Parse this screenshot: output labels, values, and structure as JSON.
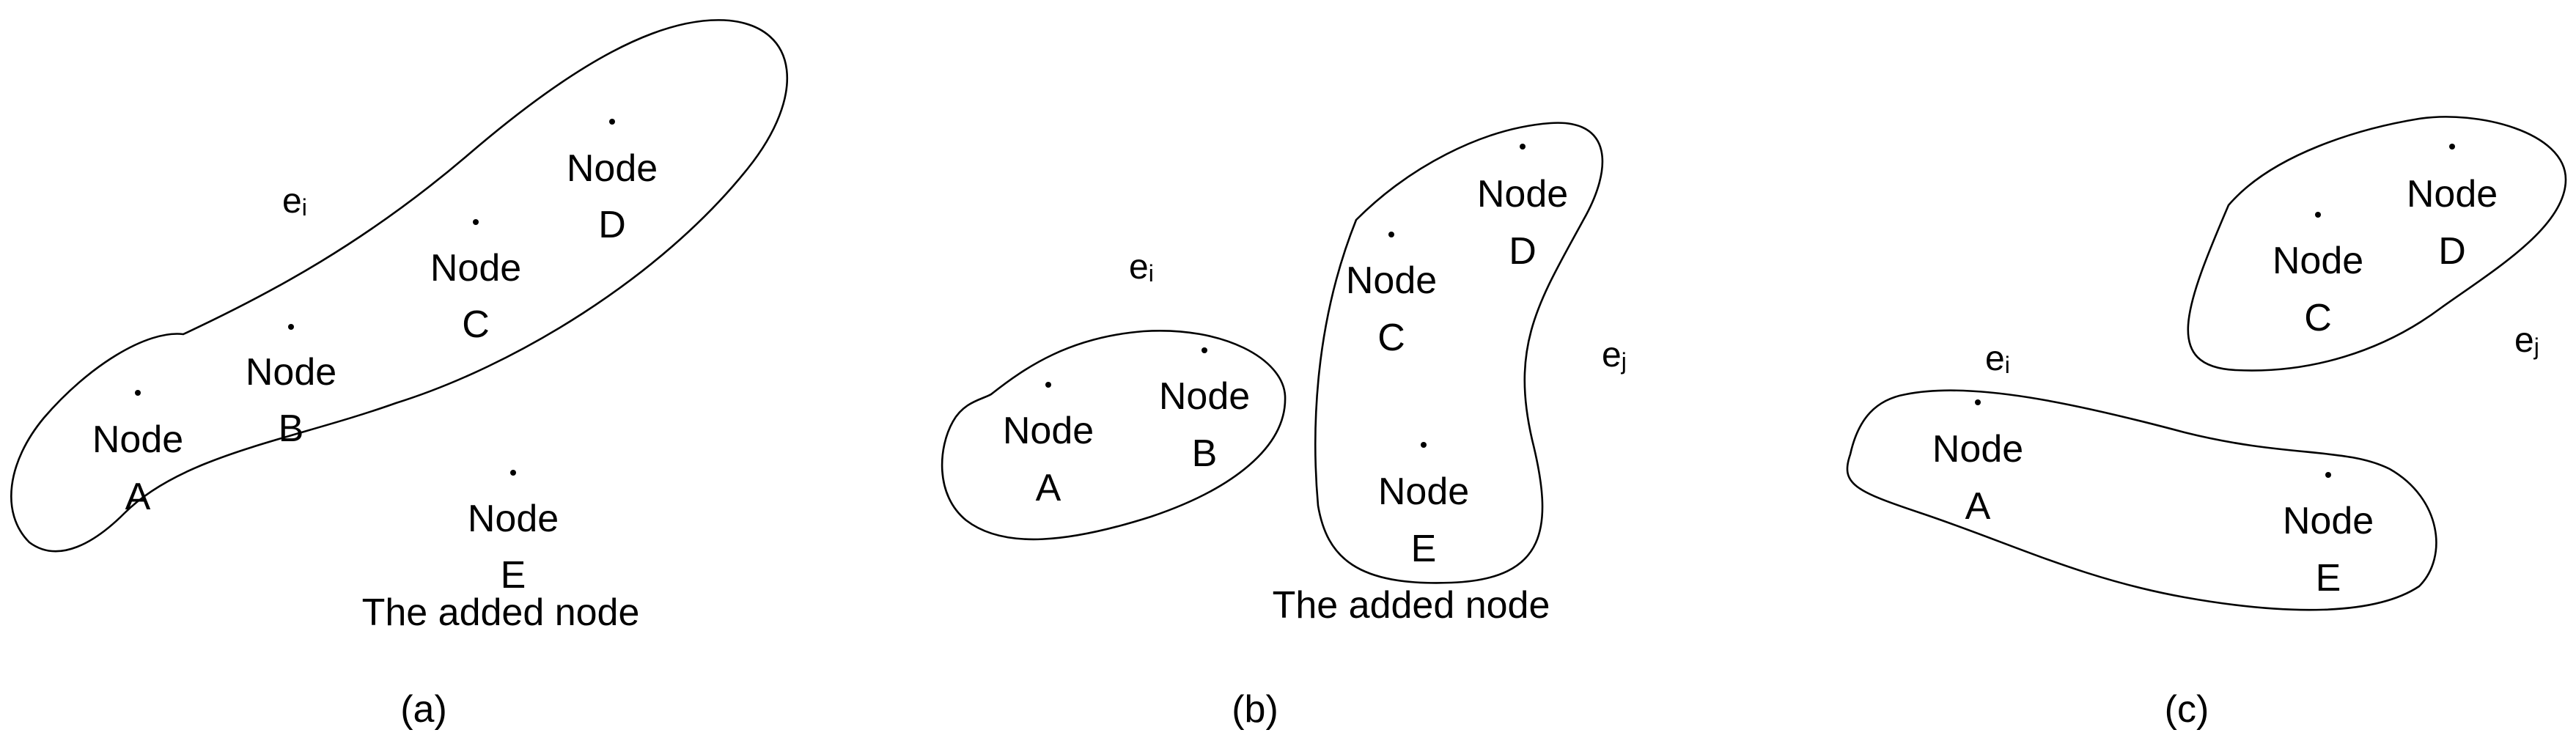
{
  "panels": [
    {
      "caption": "(a)",
      "added_node_label": "The added node",
      "nodes": [
        {
          "line1": "Node",
          "line2": "A"
        },
        {
          "line1": "Node",
          "line2": "B"
        },
        {
          "line1": "Node",
          "line2": "C"
        },
        {
          "line1": "Node",
          "line2": "D"
        },
        {
          "line1": "Node",
          "line2": "E"
        }
      ],
      "hyperedges": [
        {
          "main": "e",
          "sub": "i"
        }
      ]
    },
    {
      "caption": "(b)",
      "added_node_label": "The added node",
      "nodes": [
        {
          "line1": "Node",
          "line2": "A"
        },
        {
          "line1": "Node",
          "line2": "B"
        },
        {
          "line1": "Node",
          "line2": "C"
        },
        {
          "line1": "Node",
          "line2": "D"
        },
        {
          "line1": "Node",
          "line2": "E"
        }
      ],
      "hyperedges": [
        {
          "main": "e",
          "sub": "i"
        },
        {
          "main": "e",
          "sub": "j"
        }
      ]
    },
    {
      "caption": "(c)",
      "nodes": [
        {
          "line1": "Node",
          "line2": "A"
        },
        {
          "line1": "Node",
          "line2": "C"
        },
        {
          "line1": "Node",
          "line2": "D"
        },
        {
          "line1": "Node",
          "line2": "E"
        }
      ],
      "hyperedges": [
        {
          "main": "e",
          "sub": "i"
        },
        {
          "main": "e",
          "sub": "j"
        }
      ]
    }
  ]
}
